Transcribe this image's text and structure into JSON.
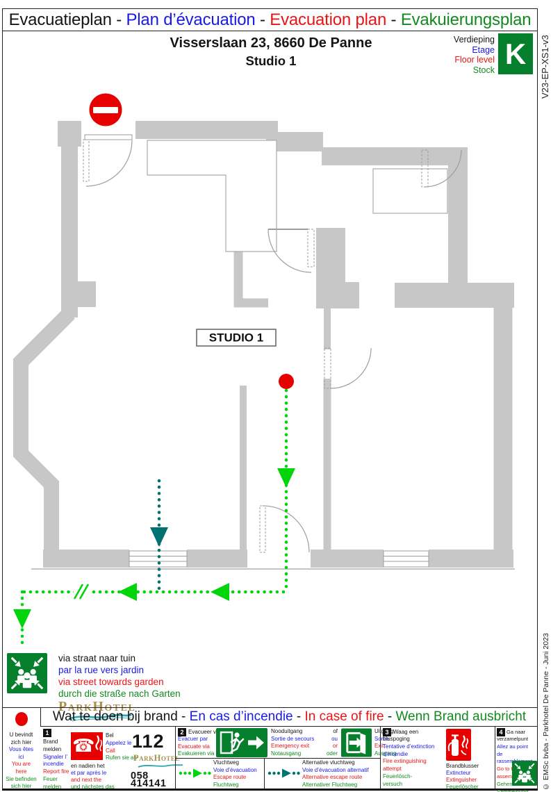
{
  "colors": {
    "nl_text": "#151515",
    "fr_text": "#1a1ae6",
    "en_text": "#ea1414",
    "de_text": "#128a1e",
    "route_green": "#00d40a",
    "route_alt_teal": "#007272",
    "wall_gray": "#c7c7c7",
    "sign_green": "#067f2c",
    "sign_red": "#e60000",
    "logo_gold": "#a8914d"
  },
  "title": {
    "nl": "Evacuatieplan",
    "fr": "Plan d’évacuation",
    "en": "Evacuation plan",
    "de": "Evakuierungsplan",
    "sep": " - "
  },
  "header": {
    "address": "Visserslaan 23, 8660 De Panne",
    "unit": "Studio 1",
    "floor": {
      "nl": "Verdieping",
      "fr": "Etage",
      "en": "Floor level",
      "de": "Stock",
      "code": "K"
    },
    "version": "V23-EP-XS1-v3"
  },
  "plan": {
    "room_label": "STUDIO 1"
  },
  "assembly": {
    "nl": "via straat naar tuin",
    "fr": "par la rue vers jardin",
    "en": "via street towards garden",
    "de": "durch die straße nach Garten",
    "logo": "ParkHotel"
  },
  "legend": {
    "title": {
      "nl": "Wat te doen bij brand",
      "fr": "En cas d’incendie",
      "en": "In case of fire",
      "de": "Wenn Brand ausbricht",
      "sep": " - "
    },
    "you_are_here": {
      "nl1": "U bevindt",
      "nl2": "zich hier",
      "fr1": "Vous êtes",
      "fr2": "ici",
      "en1": "You are",
      "en2": "here",
      "de1": "Sie befinden",
      "de2": "sich hier"
    },
    "step1": {
      "num": "1",
      "nl1": "Brand",
      "nl2": "melden",
      "fr1": "Signaler l’",
      "fr2": "incendie",
      "en1": "Report fire",
      "de1": "Feuer",
      "de2": "melden",
      "call_nl": "Bel",
      "call_fr": "Appelez le",
      "call_en": "Call",
      "call_de": "Rufen sie an",
      "then_nl": "en nadien het",
      "then_fr": "et par après le",
      "then_en": "and next the",
      "then_de": "und nächstes das",
      "emergency_number": "112",
      "logo": "ParkHotel",
      "hotel_number": "058 414141"
    },
    "step2": {
      "num": "2",
      "nl": "Evacueer via",
      "fr": "Evacuer par",
      "en": "Evacuate via",
      "de": "Evakuieren via",
      "exit1_nl": "Nooduitgang",
      "exit1_fr": "Sortie de secours",
      "exit1_en": "Emergency exit",
      "exit1_de": "Notausgang",
      "or_nl": "of",
      "or_fr": "ou",
      "or_en": "or",
      "or_de": "oder",
      "exit2_nl": "Uitgang",
      "exit2_fr": "Sortie",
      "exit2_en": "Exit",
      "exit2_de": "Ausgang",
      "route_nl": "Vluchtweg",
      "route_fr": "Voie d’évacuation",
      "route_en": "Escape route",
      "route_de": "Fluchtweg",
      "alt_nl": "Alternative vluchtweg",
      "alt_fr": "Voie d’évacuation alternatif",
      "alt_en": "Alternative escape route",
      "alt_de": "Alternativer Fluchtweg"
    },
    "step3": {
      "num": "3",
      "nl1": "Waag een",
      "nl2": "bluspoging",
      "fr1": "Tentative d’extinction",
      "fr2": "d’incendie",
      "en1": "Fire extinguishing",
      "en2": "attempt",
      "de1": "Feuerlösch-",
      "de2": "versuch",
      "ext_nl": "Brandblusser",
      "ext_fr": "Extincteur",
      "ext_en": "Extinguisher",
      "ext_de": "Feuerlöscher"
    },
    "step4": {
      "num": "4",
      "nl1": "Ga naar",
      "nl2": "verzamelpunt",
      "fr1": "Allez au point",
      "fr2": "de rassemblement",
      "en1": "Go to the",
      "en2": "assembly point",
      "de1": "Gehen sie nach",
      "de2": "Sammelpunkt"
    }
  },
  "credit": "© EMSc bvba - Parkhotel De Panne - Juni 2023"
}
